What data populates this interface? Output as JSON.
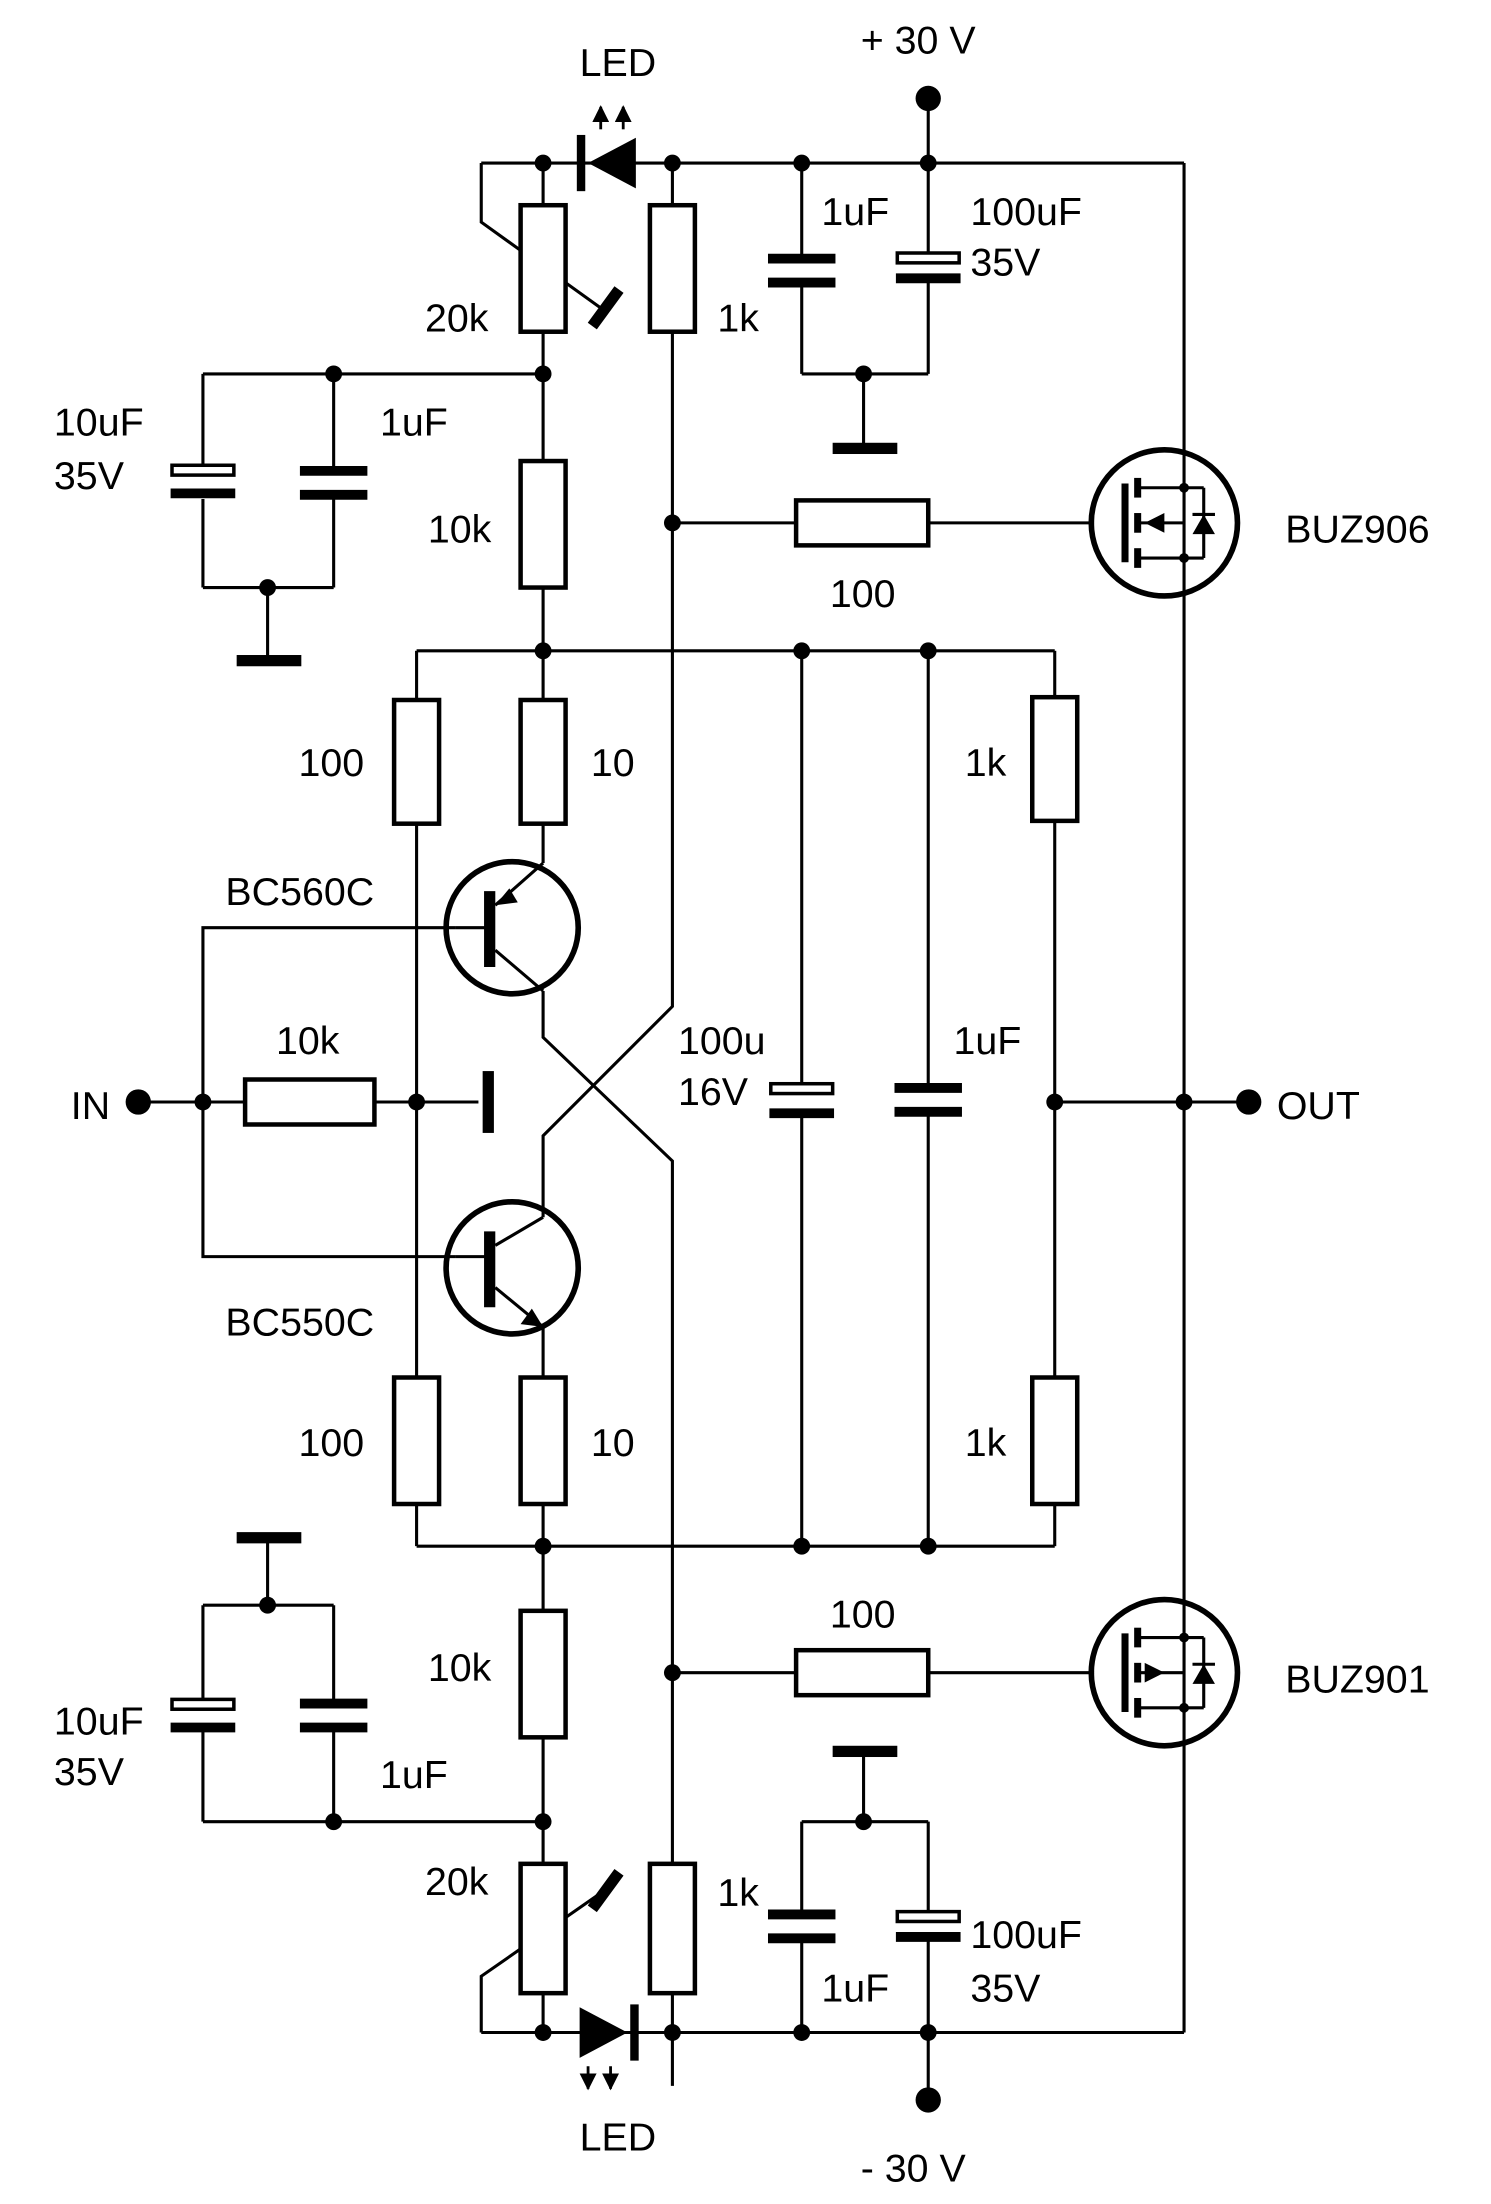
{
  "rails": {
    "positive": "+ 30 V",
    "negative": "- 30 V"
  },
  "ports": {
    "input": "IN",
    "output": "OUT"
  },
  "top": {
    "led": "LED",
    "trimmer": "20k",
    "resistor_1k": "1k",
    "cap_1uf": "1uF",
    "cap_100uf": "100uF",
    "cap_100uf_voltage": "35V",
    "cap_10uf": "10uF",
    "cap_10uf_voltage": "35V",
    "cap_1uf_left": "1uF",
    "resistor_10k": "10k",
    "gate_resistor": "100",
    "mosfet": "BUZ906",
    "emitter_100": "100",
    "emitter_10": "10",
    "transistor": "BC560C"
  },
  "middle": {
    "input_resistor": "10k",
    "cap_100u": "100u",
    "cap_100u_voltage": "16V",
    "cap_1uf": "1uF",
    "feedback_top": "1k",
    "feedback_bottom": "1k"
  },
  "bottom": {
    "transistor": "BC550C",
    "emitter_100": "100",
    "emitter_10": "10",
    "resistor_10k": "10k",
    "cap_10uf": "10uF",
    "cap_10uf_voltage": "35V",
    "cap_1uf_left": "1uF",
    "gate_resistor": "100",
    "mosfet": "BUZ901",
    "trimmer": "20k",
    "resistor_1k": "1k",
    "cap_1uf": "1uF",
    "cap_100uf": "100uF",
    "cap_100uf_voltage": "35V",
    "led": "LED"
  }
}
